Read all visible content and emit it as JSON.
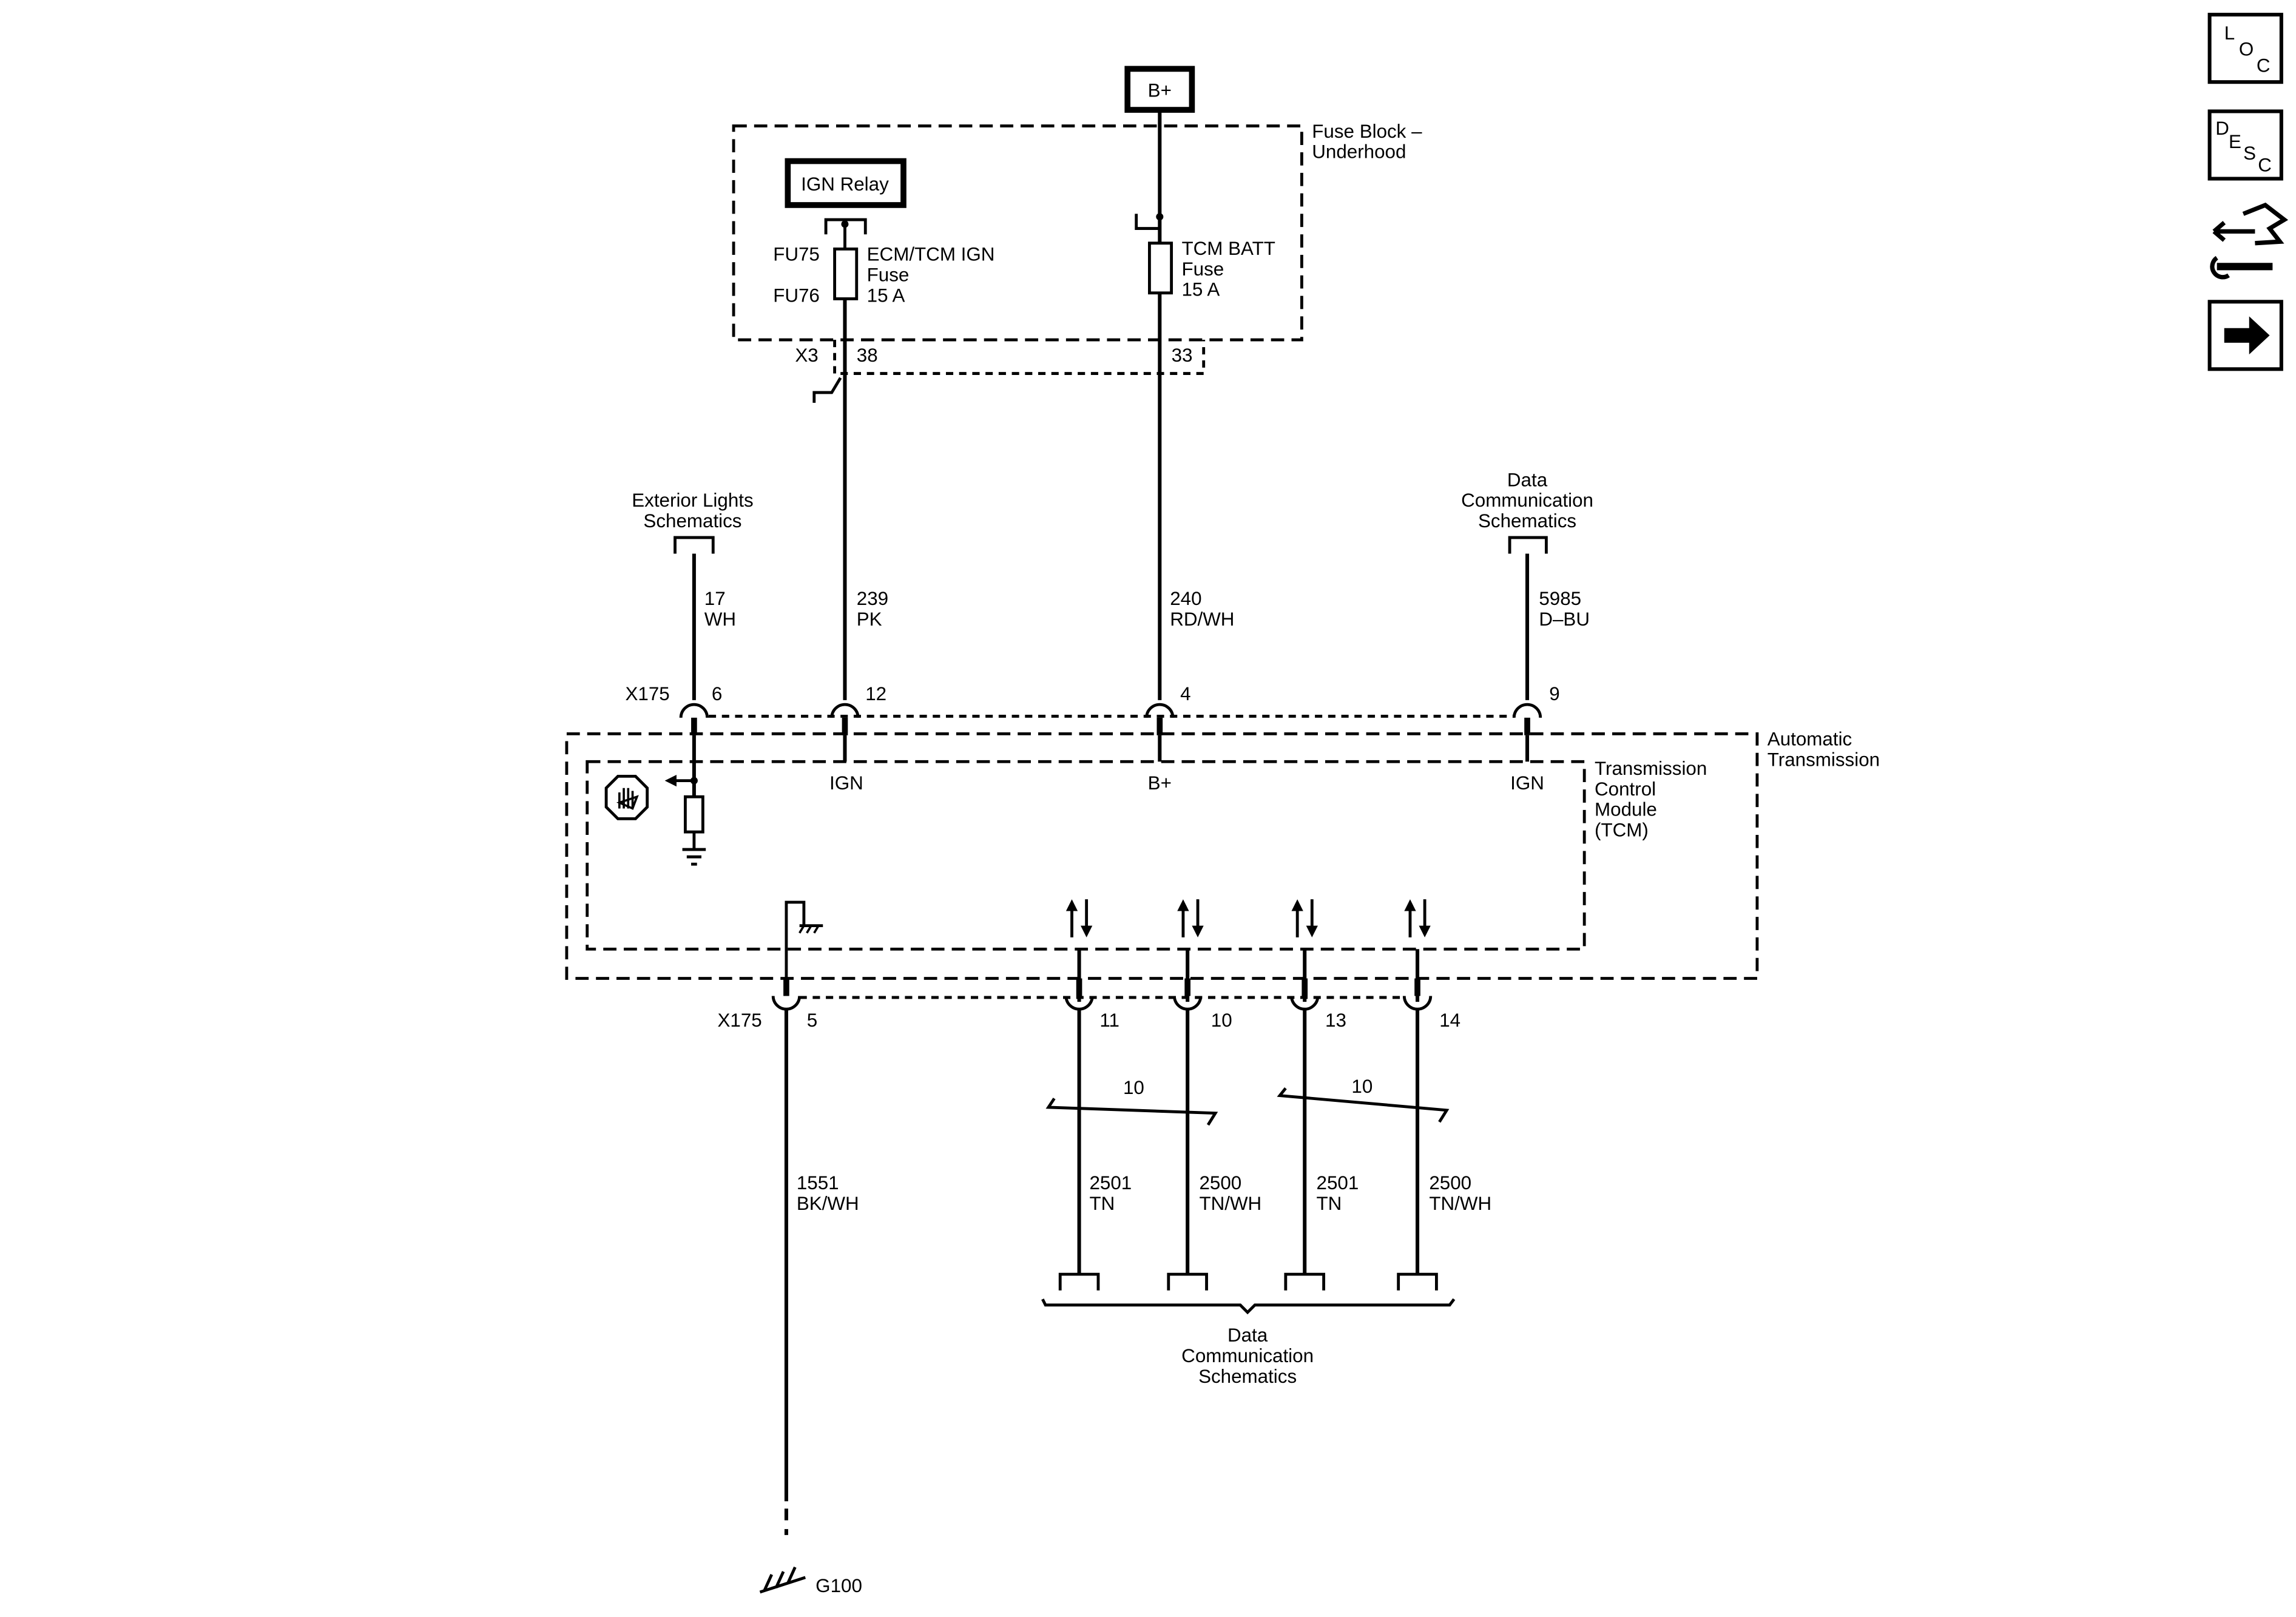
{
  "power": {
    "b_plus": "B+"
  },
  "fuse_block": {
    "title_line1": "Fuse Block –",
    "title_line2": "Underhood",
    "ign_relay": "IGN Relay",
    "fu75": "FU75",
    "fu76": "FU76",
    "fuse1_line1": "ECM/TCM IGN",
    "fuse1_line2": "Fuse",
    "fuse1_line3": "15 A",
    "fuse2_line1": "TCM BATT",
    "fuse2_line2": "Fuse",
    "fuse2_line3": "15 A",
    "connector": "X3",
    "pin_ign": "38",
    "pin_batt": "33"
  },
  "refs": {
    "exterior_line1": "Exterior Lights",
    "exterior_line2": "Schematics",
    "data_top_line1": "Data",
    "data_top_line2": "Communication",
    "data_top_line3": "Schematics",
    "data_bottom_line1": "Data",
    "data_bottom_line2": "Communication",
    "data_bottom_line3": "Schematics"
  },
  "wires_top": [
    {
      "circuit": "17",
      "color": "WH",
      "pin": "6"
    },
    {
      "circuit": "239",
      "color": "PK",
      "pin": "12"
    },
    {
      "circuit": "240",
      "color": "RD/WH",
      "pin": "4"
    },
    {
      "circuit": "5985",
      "color": "D–BU",
      "pin": "9"
    }
  ],
  "connector_top": "X175",
  "connector_bottom": "X175",
  "module": {
    "outer_line1": "Automatic",
    "outer_line2": "Transmission",
    "tcm_line1": "Transmission",
    "tcm_line2": "Control",
    "tcm_line3": "Module",
    "tcm_line4": "(TCM)",
    "pin_label_ign1": "IGN",
    "pin_label_bplus": "B+",
    "pin_label_ign2": "IGN"
  },
  "wires_bottom": [
    {
      "circuit": "1551",
      "color": "BK/WH",
      "pin": "5"
    },
    {
      "circuit": "2501",
      "color": "TN",
      "pin": "11"
    },
    {
      "circuit": "2500",
      "color": "TN/WH",
      "pin": "10"
    },
    {
      "circuit": "2501",
      "color": "TN",
      "pin": "13"
    },
    {
      "circuit": "2500",
      "color": "TN/WH",
      "pin": "14"
    }
  ],
  "twist_left": "10",
  "twist_right": "10",
  "ground": "G100",
  "side_buttons": {
    "loc": [
      "L",
      "O",
      "C"
    ],
    "desc": [
      "D",
      "E",
      "S",
      "C"
    ],
    "connector_end_view_icon": "connector-tool-icon",
    "next_icon": "arrow-right-icon"
  }
}
